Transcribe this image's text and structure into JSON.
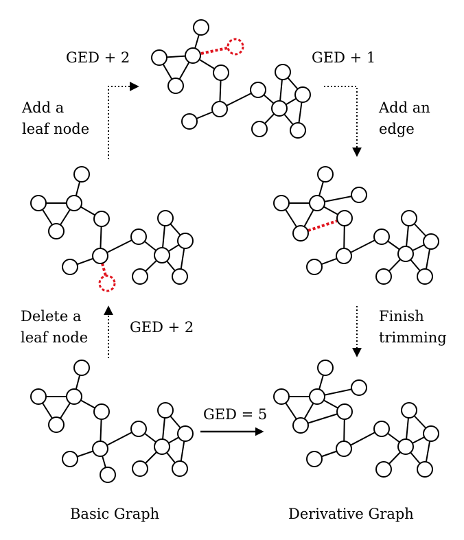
{
  "labels": {
    "ged_plus_2_top": "GED + 2",
    "ged_plus_1": "GED + 1",
    "add_leaf_line1": "Add a",
    "add_leaf_line2": "leaf node",
    "add_edge_line1": "Add an",
    "add_edge_line2": "edge",
    "delete_leaf_line1": "Delete a",
    "delete_leaf_line2": "leaf node",
    "ged_plus_2_mid": "GED + 2",
    "finish_line1": "Finish",
    "finish_line2": "trimming",
    "ged_eq_5": "GED = 5",
    "basic_graph": "Basic Graph",
    "derivative_graph": "Derivative Graph"
  },
  "colors": {
    "modification": "#e0141e",
    "stroke": "#000000"
  }
}
